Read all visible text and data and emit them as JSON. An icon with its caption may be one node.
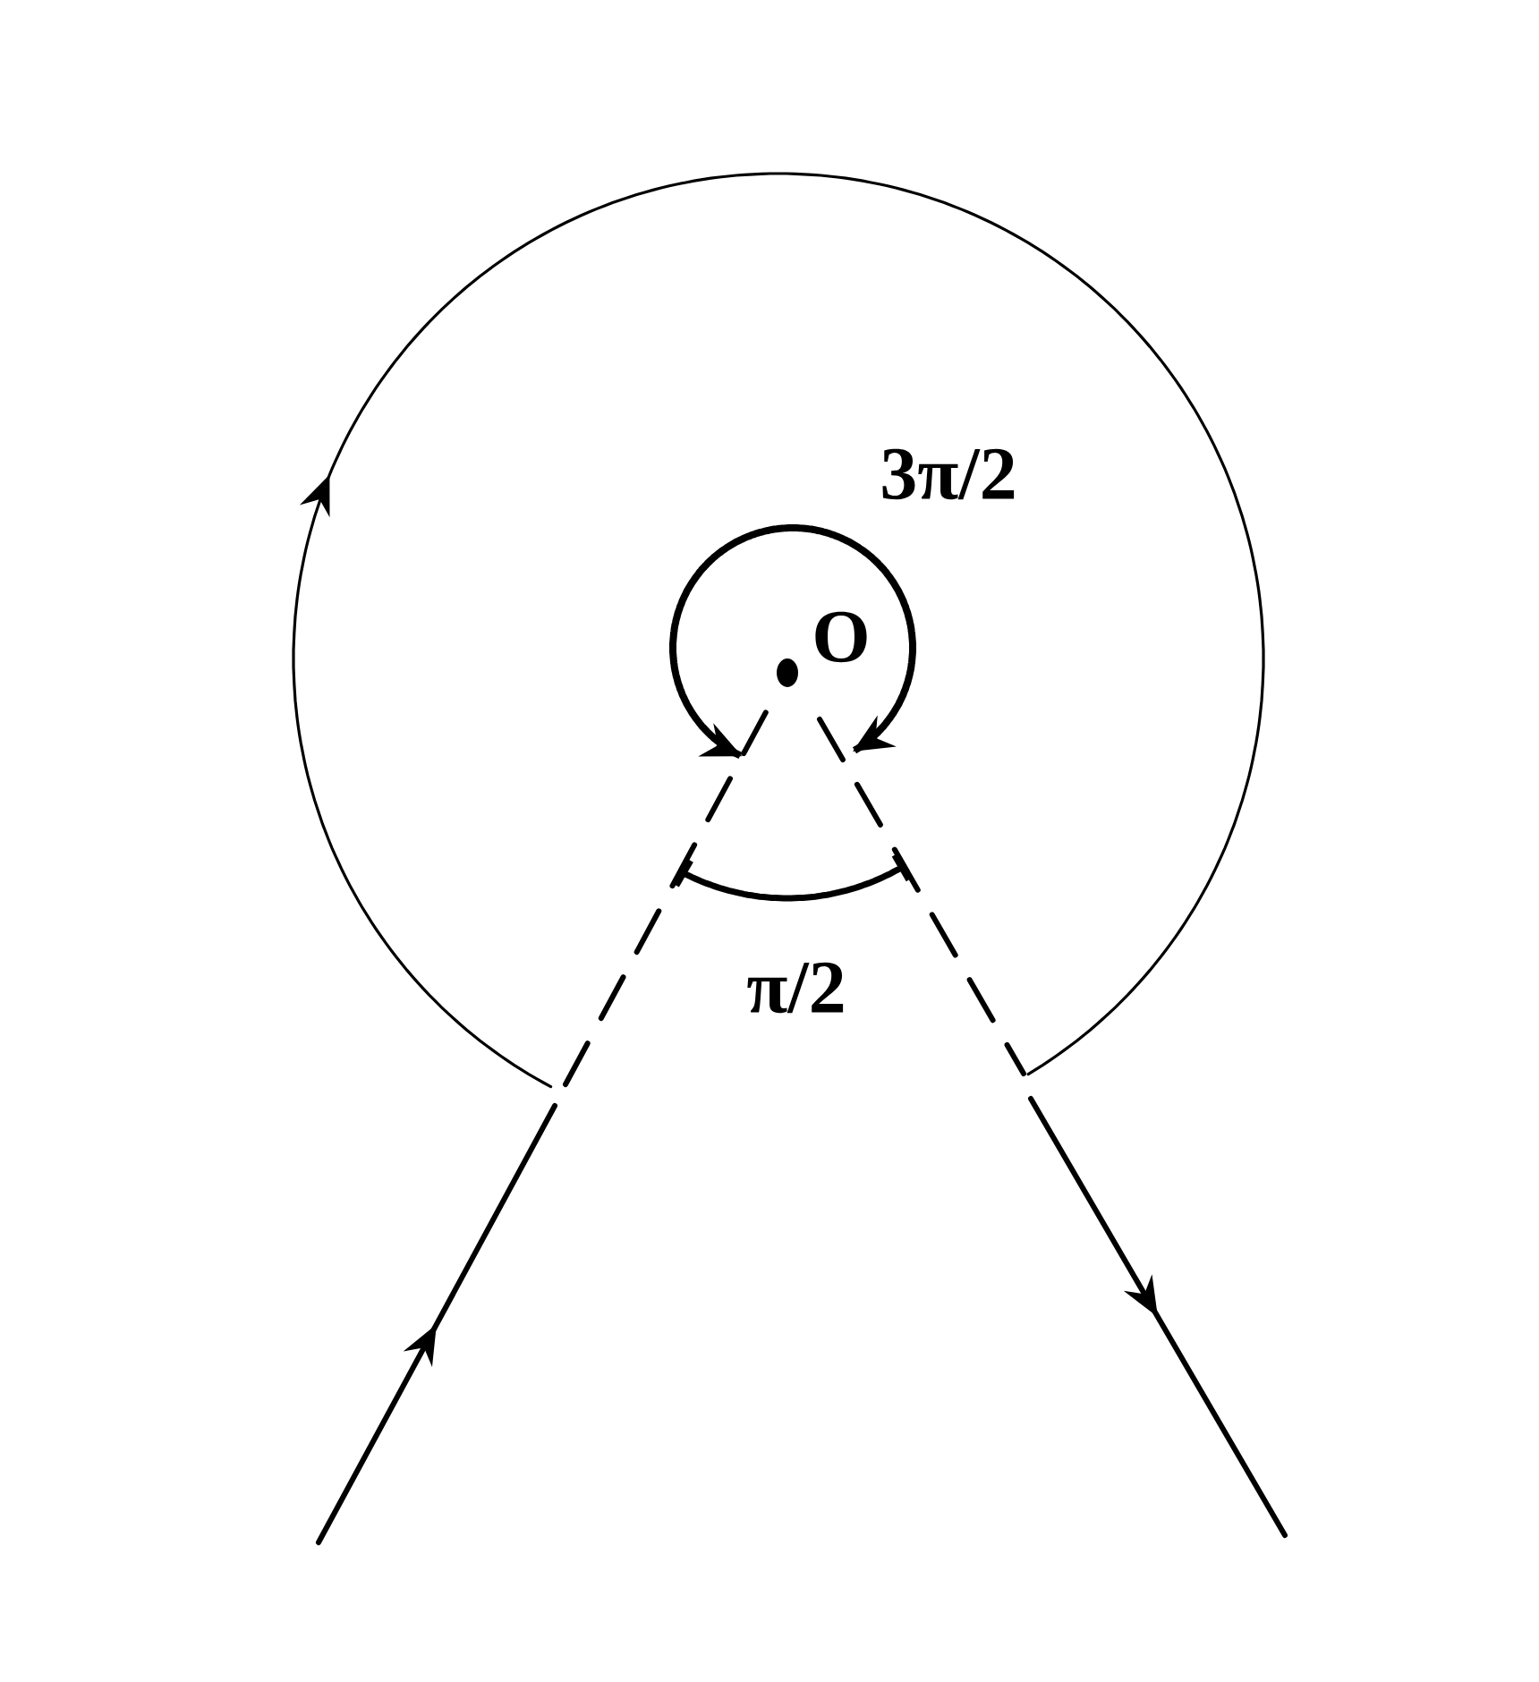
{
  "diagram": {
    "labels": [
      "3π/2",
      "O",
      "π/2"
    ]
  }
}
